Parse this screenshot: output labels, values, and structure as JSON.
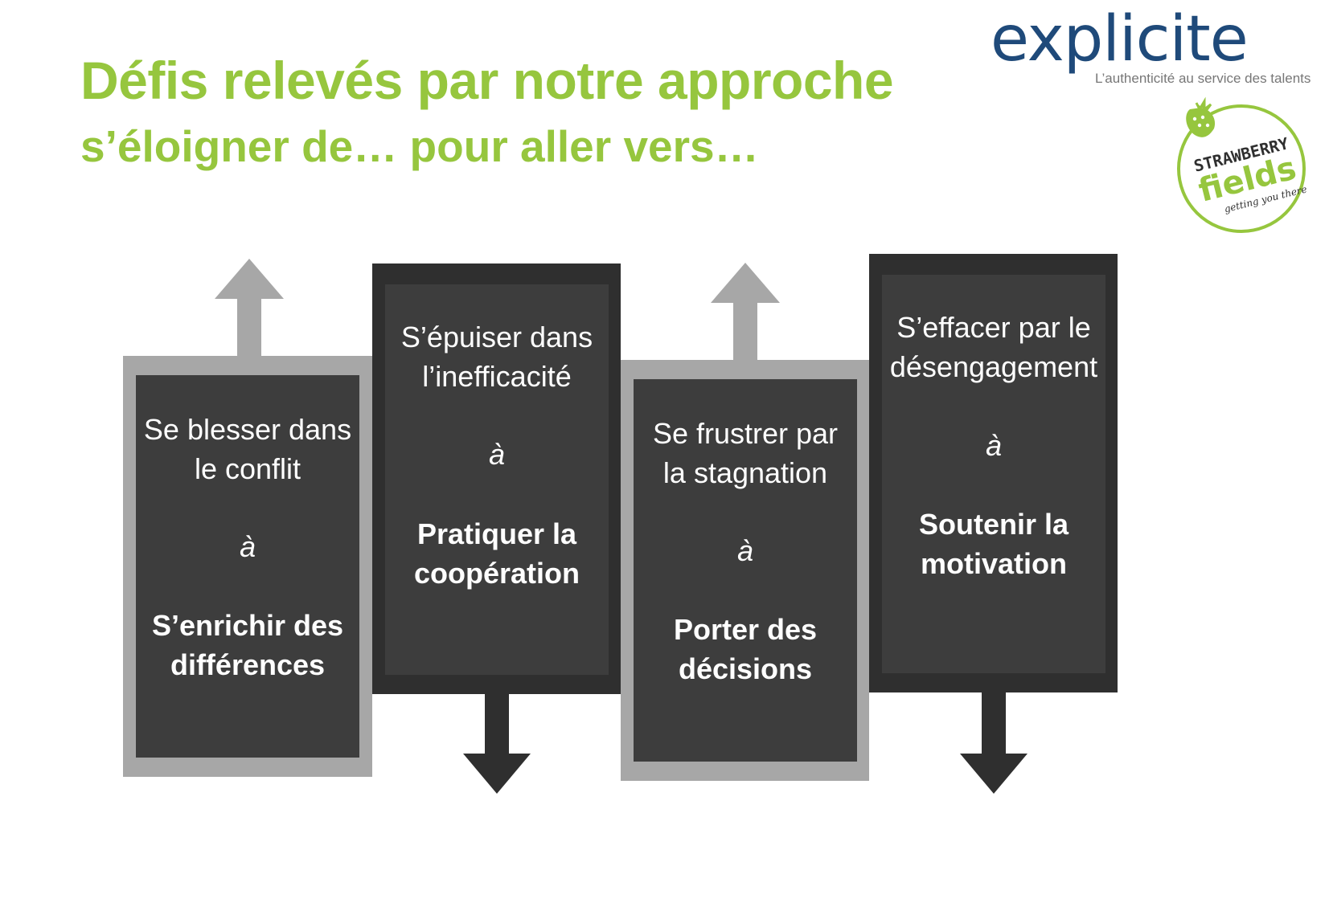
{
  "header": {
    "title": "Défis relevés par notre approche",
    "subtitle": "s’éloigner de… pour aller vers…"
  },
  "logos": {
    "explicite": {
      "name": "explicite",
      "tagline": "L’authenticité au service des talents",
      "color": "#1f4a7a"
    },
    "strawberry_fields": {
      "name": "Strawberry Fields",
      "tagline": "getting you there",
      "color": "#96c63e"
    }
  },
  "colors": {
    "accent_green": "#96c63e",
    "light_frame": "#a7a7a7",
    "dark_frame": "#2f2f2f",
    "panel": "#3d3d3d",
    "text_on_panel": "#ffffff"
  },
  "steps": [
    {
      "from": [
        "Se blesser dans",
        "le conflit"
      ],
      "connector": "à",
      "to": [
        "S’enrichir des",
        "différences"
      ],
      "arrow": "up",
      "frame": "light"
    },
    {
      "from": [
        "S’épuiser dans",
        "l’inefficacité"
      ],
      "connector": "à",
      "to": [
        "Pratiquer la",
        "coopération"
      ],
      "arrow": "down",
      "frame": "dark"
    },
    {
      "from": [
        "Se frustrer par",
        "la stagnation"
      ],
      "connector": "à",
      "to": [
        "Porter des",
        "décisions"
      ],
      "arrow": "up",
      "frame": "light"
    },
    {
      "from": [
        "S’effacer par le",
        "désengagement"
      ],
      "connector": "à",
      "to": [
        "Soutenir la",
        "motivation"
      ],
      "arrow": "down",
      "frame": "dark"
    }
  ]
}
